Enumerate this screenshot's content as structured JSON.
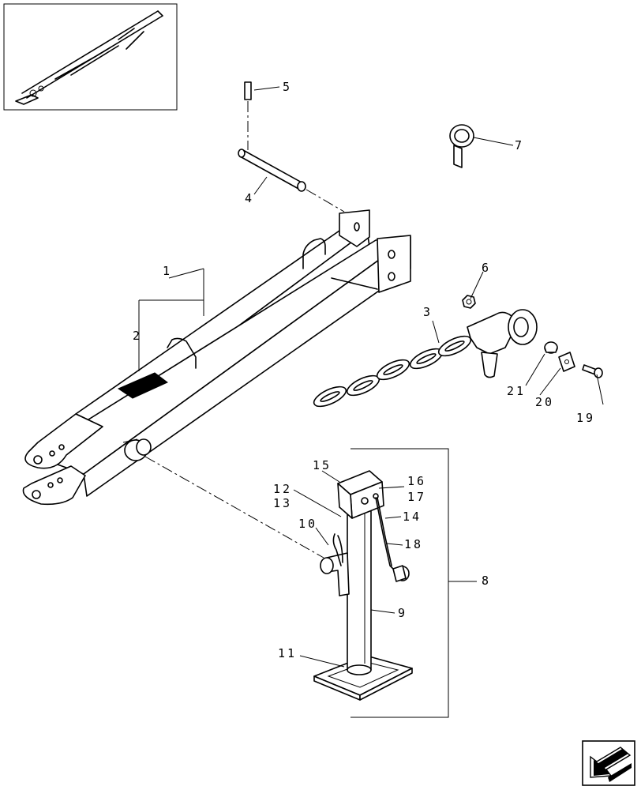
{
  "callouts": {
    "c1": "1",
    "c2": "2",
    "c3": "3",
    "c4": "4",
    "c5": "5",
    "c6": "6",
    "c7": "7",
    "c8": "8",
    "c9": "9",
    "c10": "10",
    "c11": "11",
    "c12": "12",
    "c13": "13",
    "c14": "14",
    "c15": "15",
    "c16": "16",
    "c17": "17",
    "c18": "18",
    "c19": "19",
    "c20": "20",
    "c21": "21"
  },
  "icons": {
    "overview": "tractor-overview-thumbnail-icon",
    "nav": "next-page-arrow-icon"
  },
  "colors": {
    "line": "#000000",
    "background": "#ffffff",
    "label_fill": "#000000"
  }
}
